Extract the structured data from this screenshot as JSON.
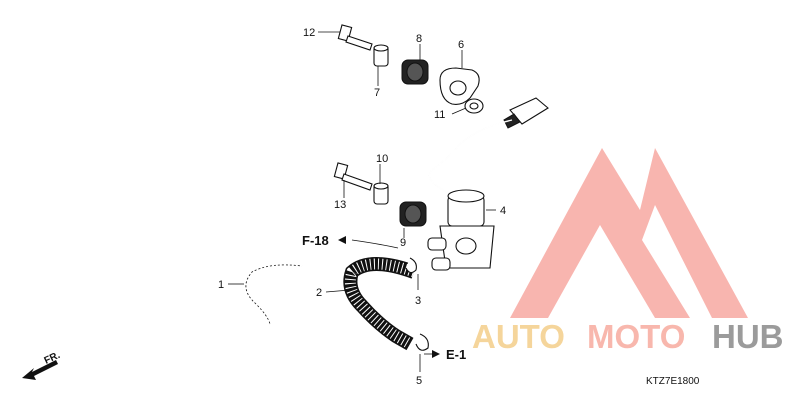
{
  "callouts": {
    "c1": "1",
    "c2": "2",
    "c3": "3",
    "c4": "4",
    "c5": "5",
    "c6": "6",
    "c7": "7",
    "c8": "8",
    "c9": "9",
    "c10": "10",
    "c11": "11",
    "c12": "12",
    "c13": "13"
  },
  "refs": {
    "f18": "F-18",
    "e1": "E-1"
  },
  "front_label": "FR.",
  "diagram_code": "KTZ7E1800",
  "watermark": {
    "auto": "AUTO",
    "moto": "MOTO",
    "hub": "HUB",
    "color_auto": "#f2c77a",
    "color_moto": "#f6a092",
    "color_hub": "#8a8a8a",
    "logo_color": "#f48b82"
  }
}
